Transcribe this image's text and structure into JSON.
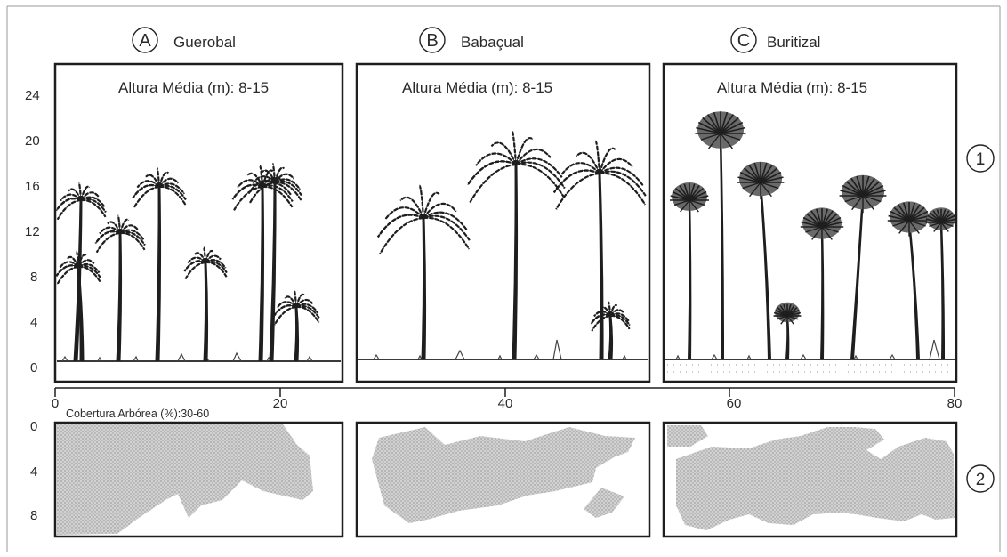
{
  "panels": [
    {
      "letter": "A",
      "name": "Guerobal",
      "height_label": "Altura Média (m): 8-15"
    },
    {
      "letter": "B",
      "name": "Babaçual",
      "height_label": "Altura Média (m): 8-15"
    },
    {
      "letter": "C",
      "name": "Buritizal",
      "height_label": "Altura Média (m): 8-15"
    }
  ],
  "profile_axis": {
    "ticks": [
      "24",
      "20",
      "16",
      "12",
      "8",
      "4",
      "0"
    ]
  },
  "x_axis": {
    "ticks": [
      "0",
      "20",
      "40",
      "60",
      "80"
    ]
  },
  "cover_axis": {
    "ticks": [
      "0",
      "4",
      "8"
    ]
  },
  "cover_label": "Cobertura Arbórea (%):30-60",
  "row_markers": [
    "1",
    "2"
  ],
  "colors": {
    "ink": "#1e1e1e",
    "canopy": "#c8c8c8",
    "ground": "#3a3a3a"
  }
}
